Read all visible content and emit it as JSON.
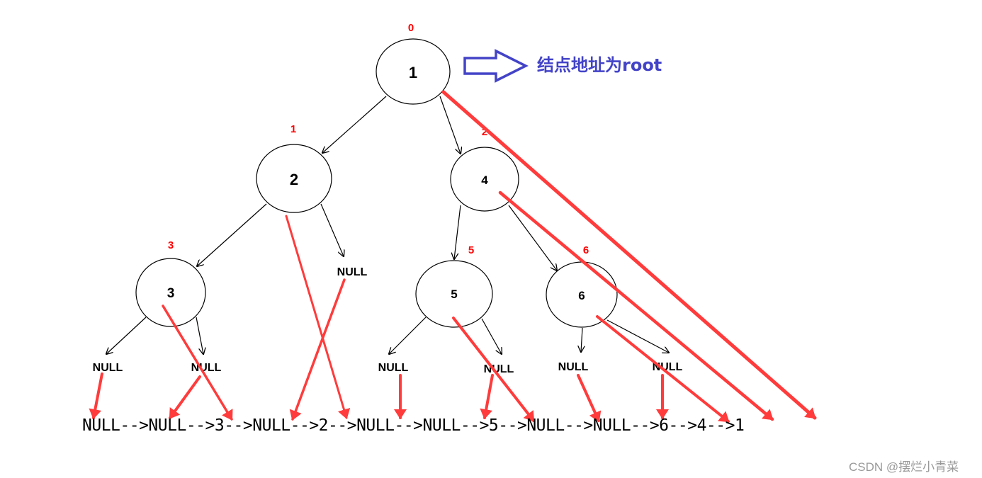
{
  "annotation": {
    "text": "结点地址为root",
    "color": "#4343c8"
  },
  "nodes": [
    {
      "id": "n1",
      "value": "1",
      "index": "0"
    },
    {
      "id": "n2",
      "value": "2",
      "index": "1"
    },
    {
      "id": "n4",
      "value": "4",
      "index": "2"
    },
    {
      "id": "n3",
      "value": "3",
      "index": "3"
    },
    {
      "id": "n5",
      "value": "5",
      "index": "5"
    },
    {
      "id": "n6",
      "value": "6",
      "index": "6"
    }
  ],
  "null_label": "NULL",
  "postorder_sequence": "NULL-->NULL-->3-->NULL-->2-->NULL-->NULL-->5-->NULL-->NULL-->6-->4-->1",
  "colors": {
    "edge": "#000000",
    "traversal_arrow": "#ff3b3b",
    "index_label": "#ff0000"
  },
  "watermark": "CSDN @摆烂小青菜"
}
